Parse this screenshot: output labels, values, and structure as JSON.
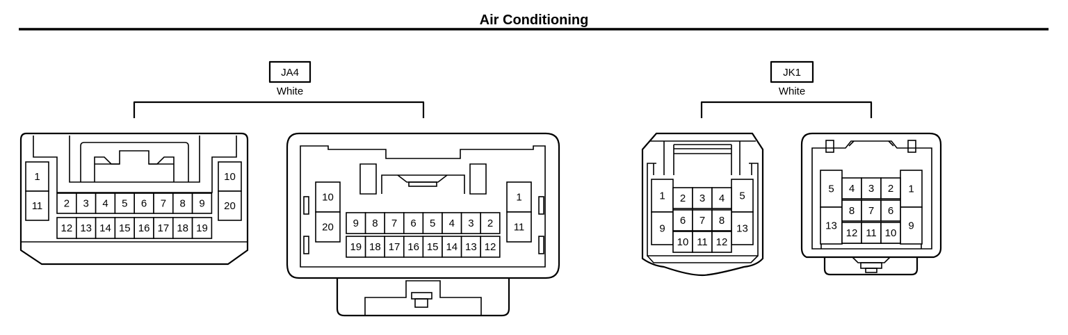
{
  "title": "Air Conditioning",
  "groups": [
    {
      "id": "JA4",
      "color": "White"
    },
    {
      "id": "JK1",
      "color": "White"
    }
  ],
  "connectors": {
    "ja4_left": {
      "side_left": [
        "1",
        "11"
      ],
      "side_right": [
        "10",
        "20"
      ],
      "row_top": [
        "2",
        "3",
        "4",
        "5",
        "6",
        "7",
        "8",
        "9"
      ],
      "row_bottom": [
        "12",
        "13",
        "14",
        "15",
        "16",
        "17",
        "18",
        "19"
      ]
    },
    "ja4_right": {
      "side_left": [
        "10",
        "20"
      ],
      "side_right": [
        "1",
        "11"
      ],
      "row_top": [
        "9",
        "8",
        "7",
        "6",
        "5",
        "4",
        "3",
        "2"
      ],
      "row_bottom": [
        "19",
        "18",
        "17",
        "16",
        "15",
        "14",
        "13",
        "12"
      ]
    },
    "jk1_left": {
      "side_left": [
        "1",
        "9"
      ],
      "side_right": [
        "5",
        "13"
      ],
      "row_top": [
        "2",
        "3",
        "4"
      ],
      "row_mid": [
        "6",
        "7",
        "8"
      ],
      "row_bottom": [
        "10",
        "11",
        "12"
      ]
    },
    "jk1_right": {
      "side_left": [
        "5",
        "13"
      ],
      "side_right": [
        "1",
        "9"
      ],
      "row_top": [
        "4",
        "3",
        "2"
      ],
      "row_mid": [
        "8",
        "7",
        "6"
      ],
      "row_bottom": [
        "12",
        "11",
        "10"
      ]
    }
  }
}
